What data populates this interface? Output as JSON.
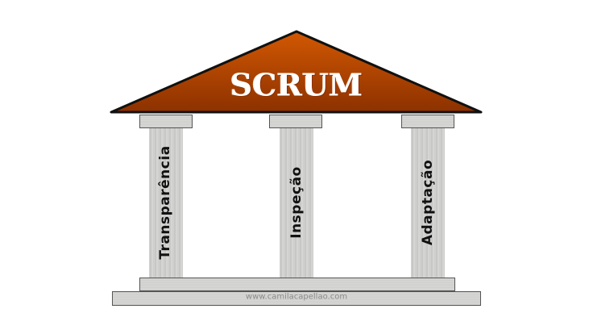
{
  "title": "SCRUM",
  "pillars": [
    {
      "label": "Transparência"
    },
    {
      "label": "Inspeção"
    },
    {
      "label": "Adaptação"
    }
  ],
  "watermark": "www.camilacapellao.com",
  "colors": {
    "roof_top": "#cf5502",
    "roof_bottom": "#8a3000",
    "stone": "#d0d0ce"
  }
}
